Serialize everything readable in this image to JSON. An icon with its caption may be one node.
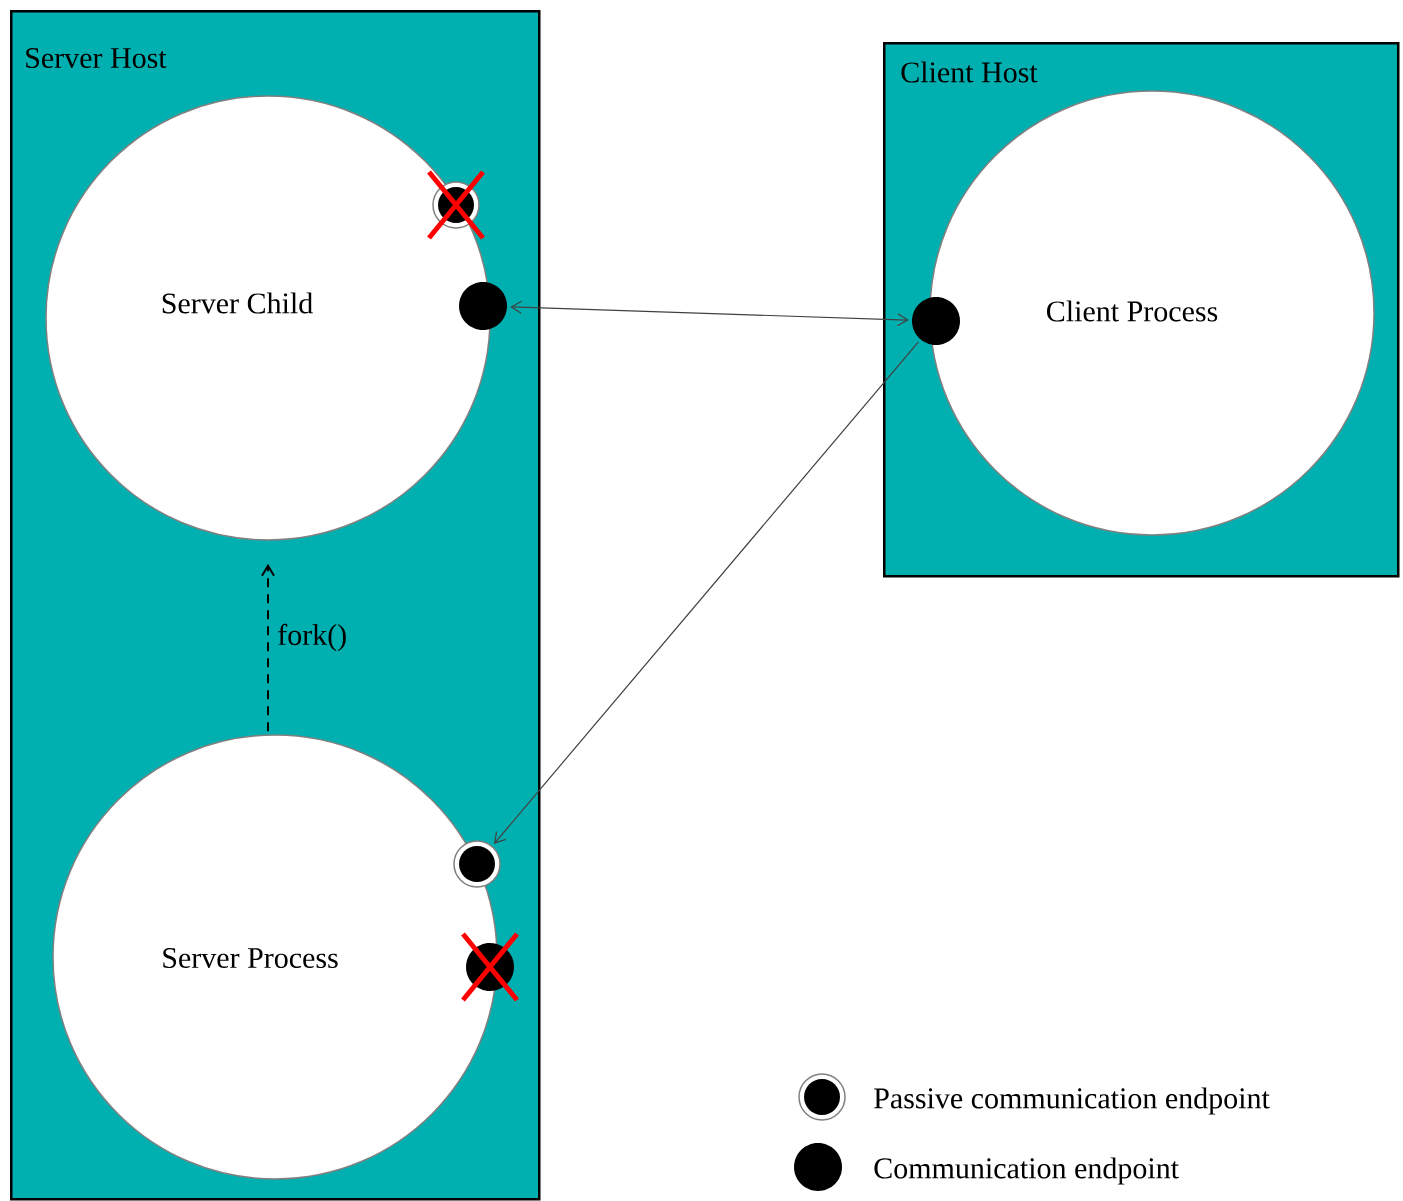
{
  "diagram": {
    "nodes": [
      {
        "text": [
          "Server Host"
        ]
      },
      {
        "text": [
          "Server Child"
        ],
        "in": 0
      },
      {
        "text": [
          "Server Process"
        ],
        "in": 0
      },
      {
        "text": [
          "Client Host"
        ]
      },
      {
        "text": [
          "Client Process"
        ],
        "in": 3
      },
      {
        "text": [],
        "shape": "circle",
        "in": 1
      },
      {
        "text": [],
        "shape": "circle",
        "in": 0
      },
      {
        "text": [],
        "shape": "circle",
        "in": 3
      },
      {
        "text": [],
        "shape": "circle",
        "in": 0
      },
      {
        "text": [],
        "shape": "circle",
        "in": 0
      }
    ],
    "edges": [
      {
        "from": 2,
        "to": 1,
        "arrow": "to",
        "style": "dashed",
        "label": "fork()"
      },
      {
        "from": 6,
        "to": 7,
        "arrow": "both"
      },
      {
        "from": 7,
        "to": 8,
        "arrow": "to"
      }
    ],
    "legend": [
      {
        "text": "Passive communication endpoint"
      },
      {
        "text": "Communication endpoint"
      }
    ]
  }
}
